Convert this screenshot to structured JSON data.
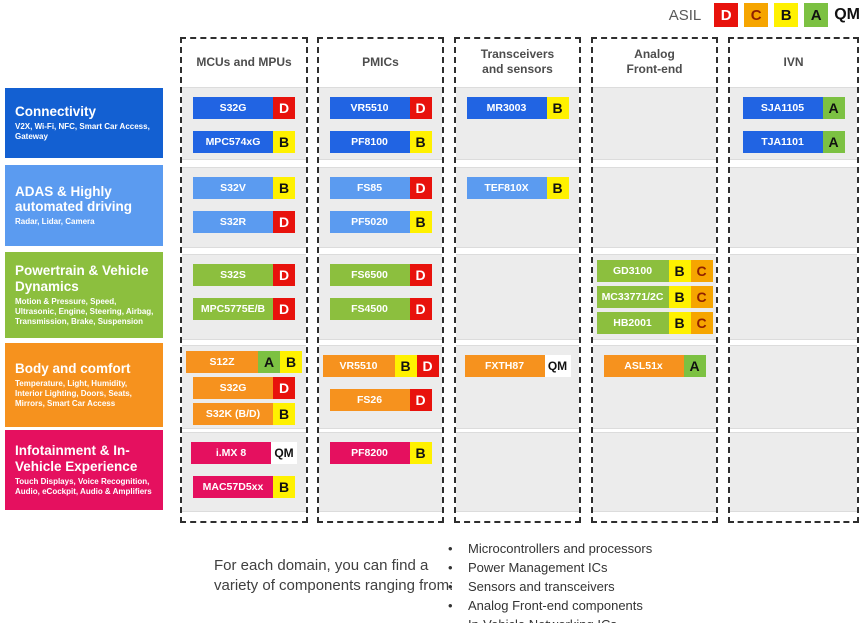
{
  "legend": {
    "label": "ASIL",
    "letters": [
      "D",
      "C",
      "B",
      "A",
      "QM"
    ]
  },
  "asil_colors": {
    "D": {
      "bg": "#e8120c",
      "fg": "#ffffff"
    },
    "C": {
      "bg": "#f6a500",
      "fg": "#8f2000"
    },
    "B": {
      "bg": "#fff100",
      "fg": "#111111"
    },
    "A": {
      "bg": "#7cc142",
      "fg": "#111111"
    },
    "QM": {
      "bg": "#ffffff",
      "fg": "#111111"
    }
  },
  "columns": [
    {
      "id": "mcus",
      "label": "MCUs and MPUs"
    },
    {
      "id": "pmics",
      "label": "PMICs"
    },
    {
      "id": "transceivers",
      "label": "Transceivers\nand sensors"
    },
    {
      "id": "analog",
      "label": "Analog\nFront-end"
    },
    {
      "id": "ivn",
      "label": "IVN"
    }
  ],
  "domains": [
    {
      "title": "Connectivity",
      "subtitle": "V2X, Wi-Fi, NFC, Smart Car Access, Gateway",
      "color": "#1360d2",
      "chip_color": "#2164e3",
      "cells": {
        "mcus": [
          {
            "name": "S32G",
            "badges": [
              "D"
            ]
          },
          {
            "name": "MPC574xG",
            "badges": [
              "B"
            ]
          }
        ],
        "pmics": [
          {
            "name": "VR5510",
            "badges": [
              "D"
            ]
          },
          {
            "name": "PF8100",
            "badges": [
              "B"
            ]
          }
        ],
        "transceivers": [
          {
            "name": "MR3003",
            "badges": [
              "B"
            ]
          }
        ],
        "analog": [],
        "ivn": [
          {
            "name": "SJA1105",
            "badges": [
              "A"
            ]
          },
          {
            "name": "TJA1101",
            "badges": [
              "A"
            ]
          }
        ]
      }
    },
    {
      "title": "ADAS & Highly automated driving",
      "subtitle": "Radar, Lidar, Camera",
      "color": "#5b9bf0",
      "chip_color": "#5b9bf0",
      "cells": {
        "mcus": [
          {
            "name": "S32V",
            "badges": [
              "B"
            ]
          },
          {
            "name": "S32R",
            "badges": [
              "D"
            ]
          }
        ],
        "pmics": [
          {
            "name": "FS85",
            "badges": [
              "D"
            ]
          },
          {
            "name": "PF5020",
            "badges": [
              "B"
            ]
          }
        ],
        "transceivers": [
          {
            "name": "TEF810X",
            "badges": [
              "B"
            ]
          }
        ],
        "analog": [],
        "ivn": []
      }
    },
    {
      "title": "Powertrain & Vehicle Dynamics",
      "subtitle": "Motion & Pressure, Speed, Ultrasonic, Engine, Steering, Airbag, Transmission, Brake, Suspension",
      "color": "#8cbf3e",
      "chip_color": "#8cbf3e",
      "cells": {
        "mcus": [
          {
            "name": "S32S",
            "badges": [
              "D"
            ]
          },
          {
            "name": "MPC5775E/B",
            "badges": [
              "D"
            ]
          }
        ],
        "pmics": [
          {
            "name": "FS6500",
            "badges": [
              "D"
            ]
          },
          {
            "name": "FS4500",
            "badges": [
              "D"
            ]
          }
        ],
        "transceivers": [],
        "analog": [
          {
            "name": "GD3100",
            "badges": [
              "B",
              "C"
            ]
          },
          {
            "name": "MC33771/2C",
            "badges": [
              "B",
              "C"
            ]
          },
          {
            "name": "HB2001",
            "badges": [
              "B",
              "C"
            ]
          }
        ],
        "ivn": []
      }
    },
    {
      "title": "Body and comfort",
      "subtitle": "Temperature, Light, Humidity, Interior Lighting, Doors, Seats, Mirrors, Smart Car Access",
      "color": "#f6921e",
      "chip_color": "#f6921e",
      "cells": {
        "mcus": [
          {
            "name": "S12Z",
            "badges": [
              "A",
              "B"
            ]
          },
          {
            "name": "S32G",
            "badges": [
              "D"
            ]
          },
          {
            "name": "S32K (B/D)",
            "badges": [
              "B"
            ]
          }
        ],
        "pmics": [
          {
            "name": "VR5510",
            "badges": [
              "B",
              "D"
            ]
          },
          {
            "name": "FS26",
            "badges": [
              "D"
            ]
          }
        ],
        "transceivers": [
          {
            "name": "FXTH87",
            "badges": [
              "QM"
            ]
          }
        ],
        "analog": [
          {
            "name": "ASL51x",
            "badges": [
              "A"
            ]
          }
        ],
        "ivn": []
      }
    },
    {
      "title": "Infotainment & In-Vehicle Experience",
      "subtitle": "Touch Displays, Voice Recognition, Audio, eCockpit, Audio & Amplifiers",
      "color": "#e5105f",
      "chip_color": "#e5105f",
      "cells": {
        "mcus": [
          {
            "name": "i.MX 8",
            "badges": [
              "QM"
            ]
          },
          {
            "name": "MAC57D5xx",
            "badges": [
              "B"
            ]
          }
        ],
        "pmics": [
          {
            "name": "PF8200",
            "badges": [
              "B"
            ]
          }
        ],
        "transceivers": [],
        "analog": [],
        "ivn": []
      }
    }
  ],
  "footer": {
    "intro": "For each domain, you can find a variety of components ranging from:",
    "bullets": [
      "Microcontrollers and processors",
      "Power Management ICs",
      "Sensors and transceivers",
      "Analog Front-end components",
      "In-Vehicle Networking ICs"
    ]
  }
}
